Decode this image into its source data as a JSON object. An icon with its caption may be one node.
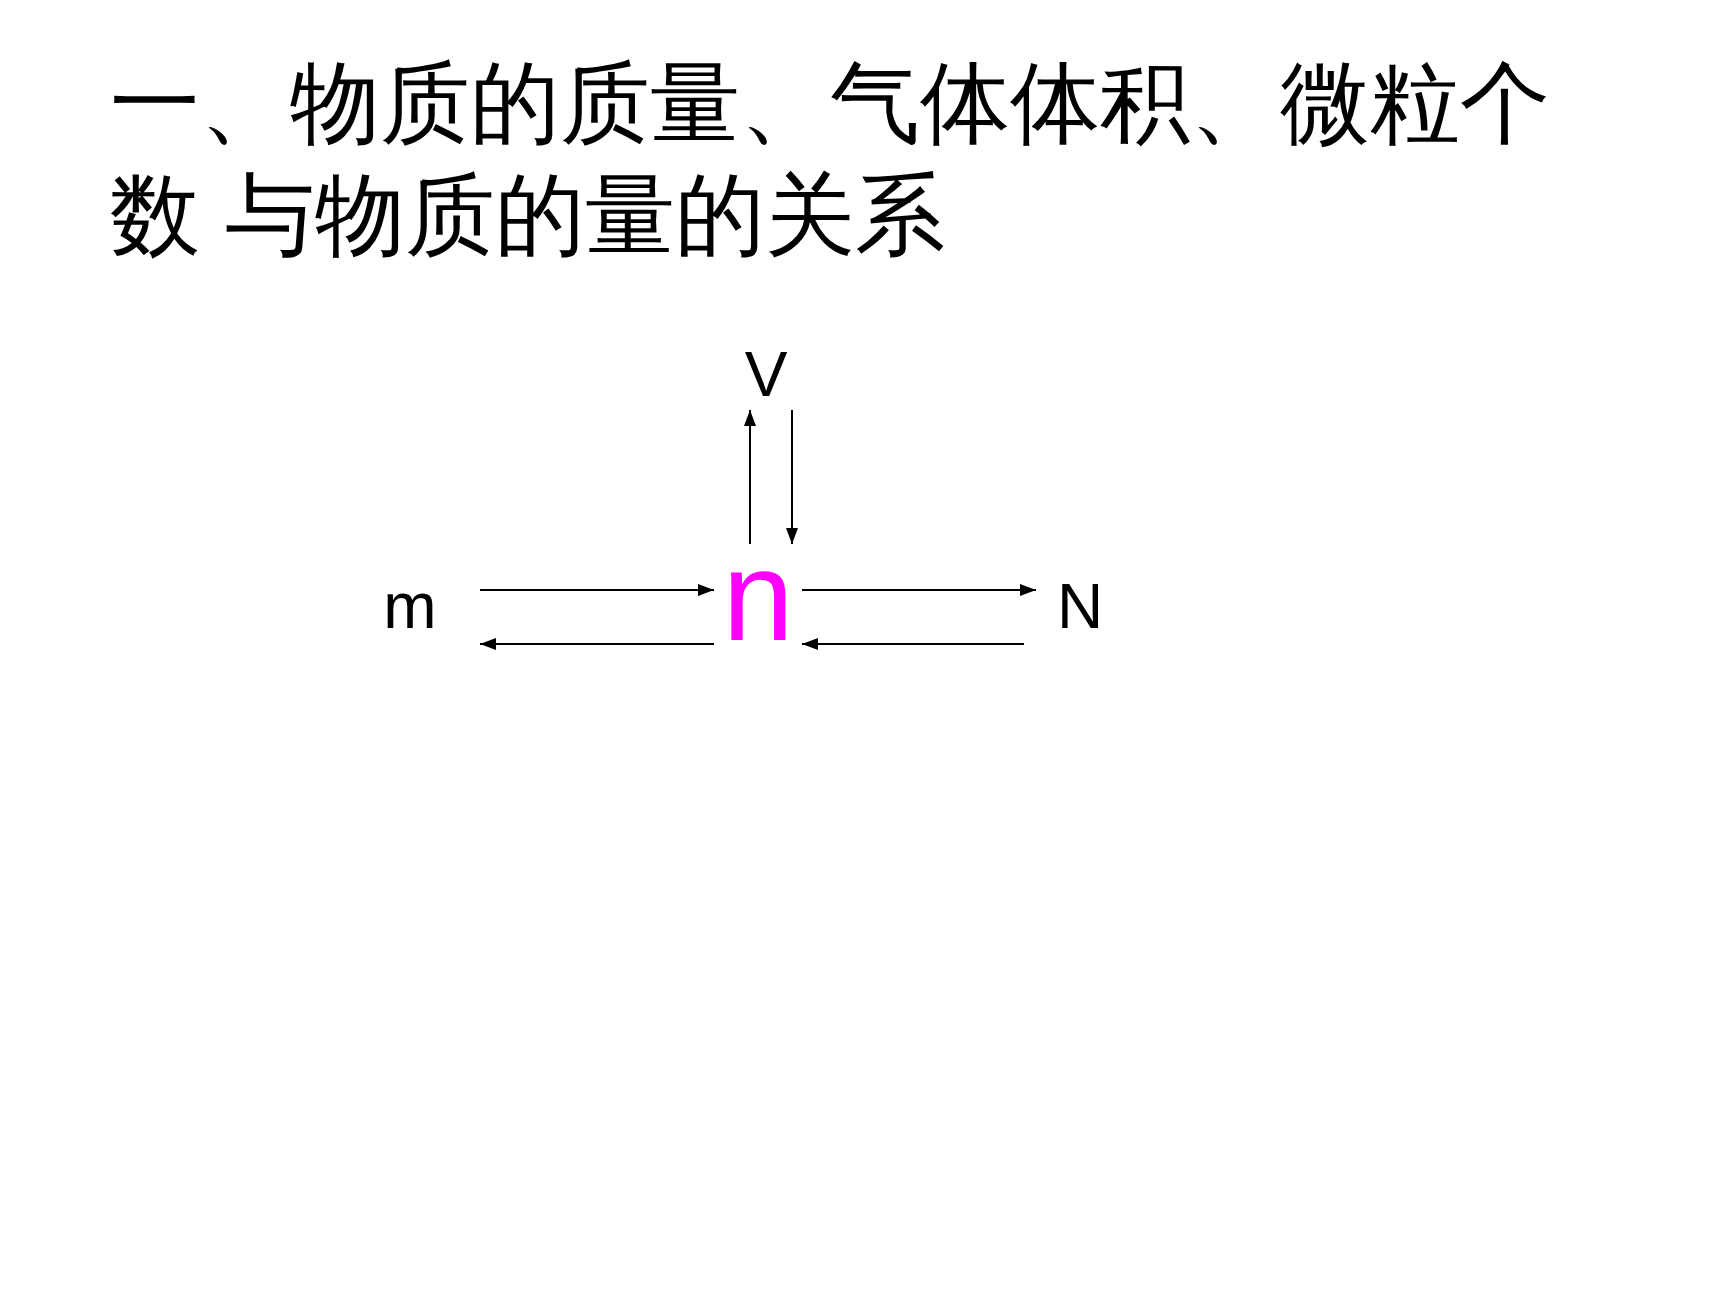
{
  "diagram": {
    "title": "一、物质的质量、气体体积、微粒个数 与物质的量的关系",
    "nodes": [
      {
        "text": [
          "V"
        ]
      },
      {
        "text": [
          "m"
        ]
      },
      {
        "text": [
          "n"
        ]
      },
      {
        "text": [
          "N"
        ]
      }
    ],
    "edges": [
      {
        "from": 2,
        "to": 0,
        "arrow": "to"
      },
      {
        "from": 0,
        "to": 2,
        "arrow": "to"
      },
      {
        "from": 1,
        "to": 2,
        "arrow": "to"
      },
      {
        "from": 2,
        "to": 1,
        "arrow": "to"
      },
      {
        "from": 2,
        "to": 3,
        "arrow": "to"
      },
      {
        "from": 3,
        "to": 2,
        "arrow": "to"
      }
    ]
  }
}
